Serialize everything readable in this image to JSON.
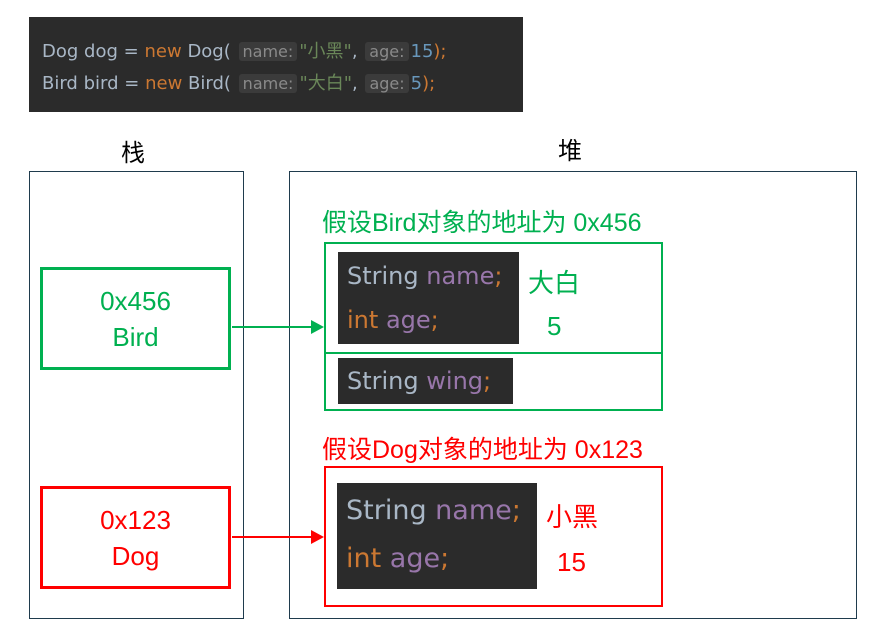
{
  "code": {
    "line1": {
      "type": "Dog",
      "var": "dog",
      "eq": "=",
      "kw": "new",
      "ctor": "Dog(",
      "hint_name": "name:",
      "str": "\"小黑\"",
      "comma": ",",
      "hint_age": "age:",
      "num": "15",
      "end": ");"
    },
    "line2": {
      "type": "Bird",
      "var": "bird",
      "eq": "=",
      "kw": "new",
      "ctor": "Bird(",
      "hint_name": "name:",
      "str": "\"大白\"",
      "comma": ",",
      "hint_age": "age:",
      "num": "5",
      "end": ");"
    }
  },
  "stack": {
    "title": "栈"
  },
  "heap": {
    "title": "堆"
  },
  "bird_ref": {
    "address": "0x456",
    "type": "Bird"
  },
  "dog_ref": {
    "address": "0x123",
    "type": "Dog"
  },
  "bird_object": {
    "label": "假设Bird对象的地址为 0x456",
    "fields": [
      {
        "type": "String",
        "name": "name",
        "semi": ";",
        "value": "大白"
      },
      {
        "type": "int",
        "name": "age",
        "semi": ";",
        "value": "5"
      }
    ],
    "own_field": {
      "type": "String",
      "name": "wing",
      "semi": ";"
    }
  },
  "dog_object": {
    "label": "假设Dog对象的地址为 0x123",
    "fields": [
      {
        "type": "String",
        "name": "name",
        "semi": ";",
        "value": "小黑"
      },
      {
        "type": "int",
        "name": "age",
        "semi": ";",
        "value": "15"
      }
    ]
  },
  "colors": {
    "bird": "#00b050",
    "dog": "#ff0000",
    "panel_border": "#1f3b4d",
    "code_bg": "#2b2b2b"
  }
}
